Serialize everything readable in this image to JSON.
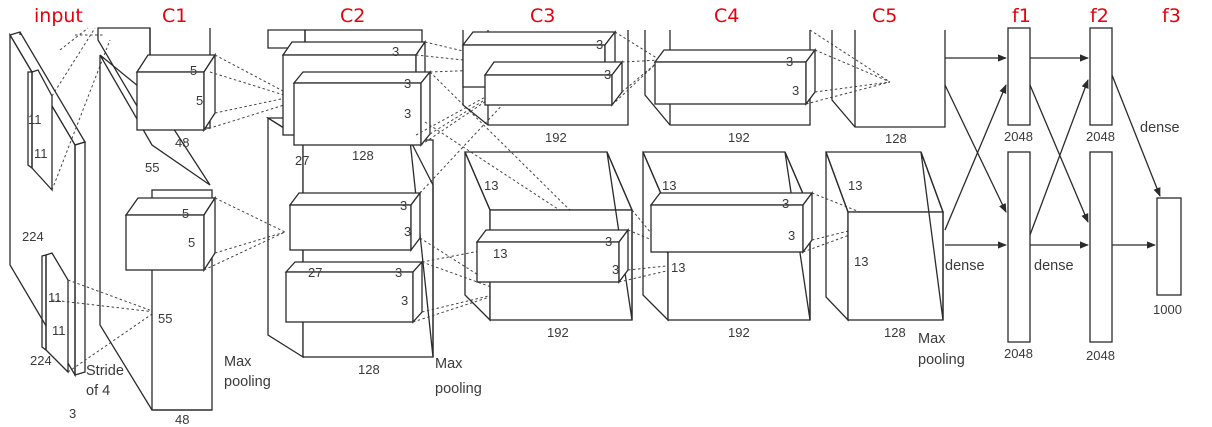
{
  "headers": {
    "input": "input",
    "c1": "C1",
    "c2": "C2",
    "c3": "C3",
    "c4": "C4",
    "c5": "C5",
    "f1": "f1",
    "f2": "f2",
    "f3": "f3"
  },
  "input_labels": {
    "k11a": "11",
    "k11b": "11",
    "size224_side": "224",
    "size224_bottom": "224",
    "k11c": "11",
    "k11d": "11",
    "depth3": "3",
    "stride": "Stride",
    "of4": "of 4"
  },
  "c1_labels": {
    "t5a": "5",
    "t5b": "5",
    "depth48_top": "48",
    "size55_a": "55",
    "b5a": "5",
    "b5b": "5",
    "size55_b": "55",
    "depth48_bottom": "48",
    "maxpool_max": "Max",
    "maxpool_pooling": "pooling"
  },
  "c2_labels": {
    "t3a": "3",
    "t3b": "3",
    "t3c": "3",
    "size27": "27",
    "depth128_top": "128",
    "b3a": "3",
    "b3b": "3",
    "b27": "27",
    "b3c": "3",
    "b3d": "3",
    "depth128_bottom": "128",
    "maxpool_max": "Max",
    "maxpool_pooling": "pooling"
  },
  "c3_labels": {
    "t3a": "3",
    "t3b": "3",
    "depth192_top": "192",
    "size13_a": "13",
    "b13": "13",
    "b3a": "3",
    "b3b": "3",
    "depth192_bottom": "192"
  },
  "c4_labels": {
    "t3a": "3",
    "t3b": "3",
    "depth192_top": "192",
    "size13_a": "13",
    "b3a": "3",
    "b3b": "3",
    "size13_b": "13",
    "depth192_bottom": "192"
  },
  "c5_labels": {
    "depth128_top": "128",
    "size13_a": "13",
    "size13_b": "13",
    "depth128_bottom": "128",
    "maxpool_max": "Max",
    "maxpool_pooling": "pooling"
  },
  "fc_labels": {
    "f1_top": "2048",
    "f1_bottom": "2048",
    "f2_top": "2048",
    "f2_bottom": "2048",
    "f3": "1000",
    "dense_a": "dense",
    "dense_b": "dense",
    "dense_c": "dense"
  }
}
